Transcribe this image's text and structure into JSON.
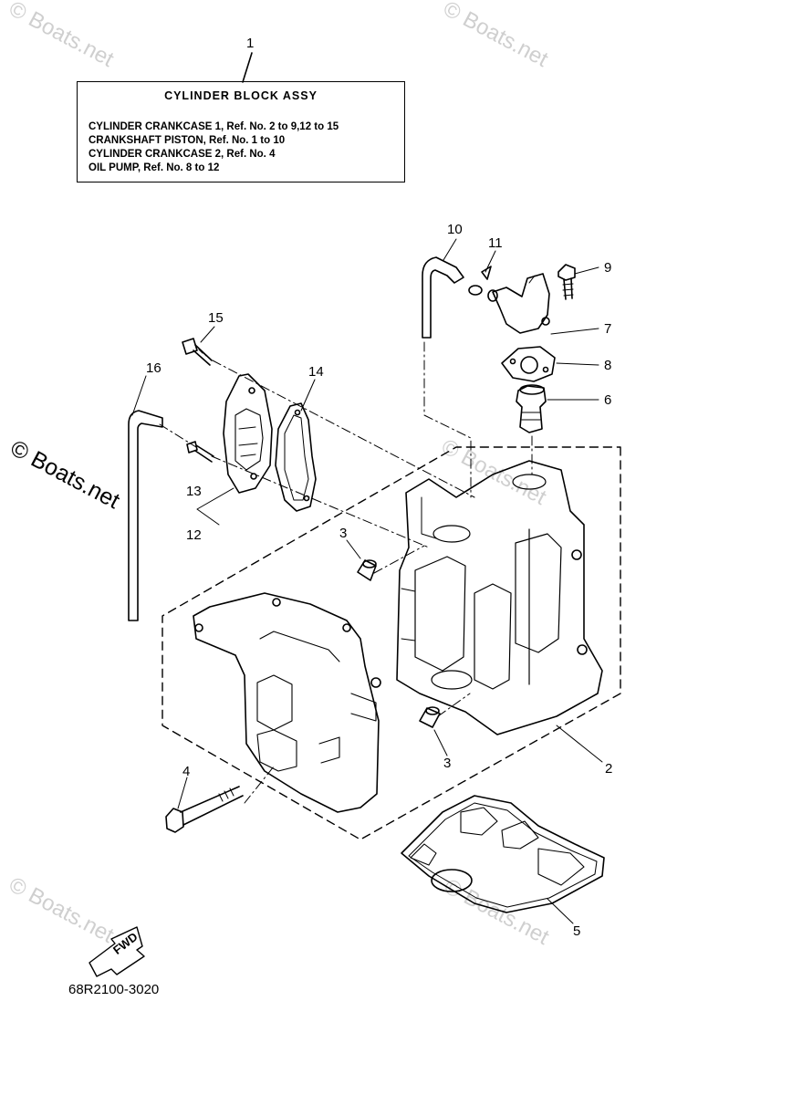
{
  "legend": {
    "title": "CYLINDER BLOCK ASSY",
    "lines": [
      "CYLINDER CRANKCASE 1,  Ref. No. 2 to 9,12 to 15",
      "CRANKSHAFT PISTON,  Ref. No. 1 to 10",
      "CYLINDER CRANKCASE 2, Ref. No. 4",
      "OIL PUMP, Ref. No. 8 to 12"
    ]
  },
  "callouts": {
    "c1": "1",
    "c2": "2",
    "c3a": "3",
    "c3b": "3",
    "c4": "4",
    "c5": "5",
    "c6": "6",
    "c7": "7",
    "c8": "8",
    "c9": "9",
    "c10": "10",
    "c11": "11",
    "c12": "12",
    "c13": "13",
    "c14": "14",
    "c15": "15",
    "c16": "16"
  },
  "fwd_label": "FWD",
  "part_code": "68R2100-3020",
  "watermark": "© Boats.net"
}
